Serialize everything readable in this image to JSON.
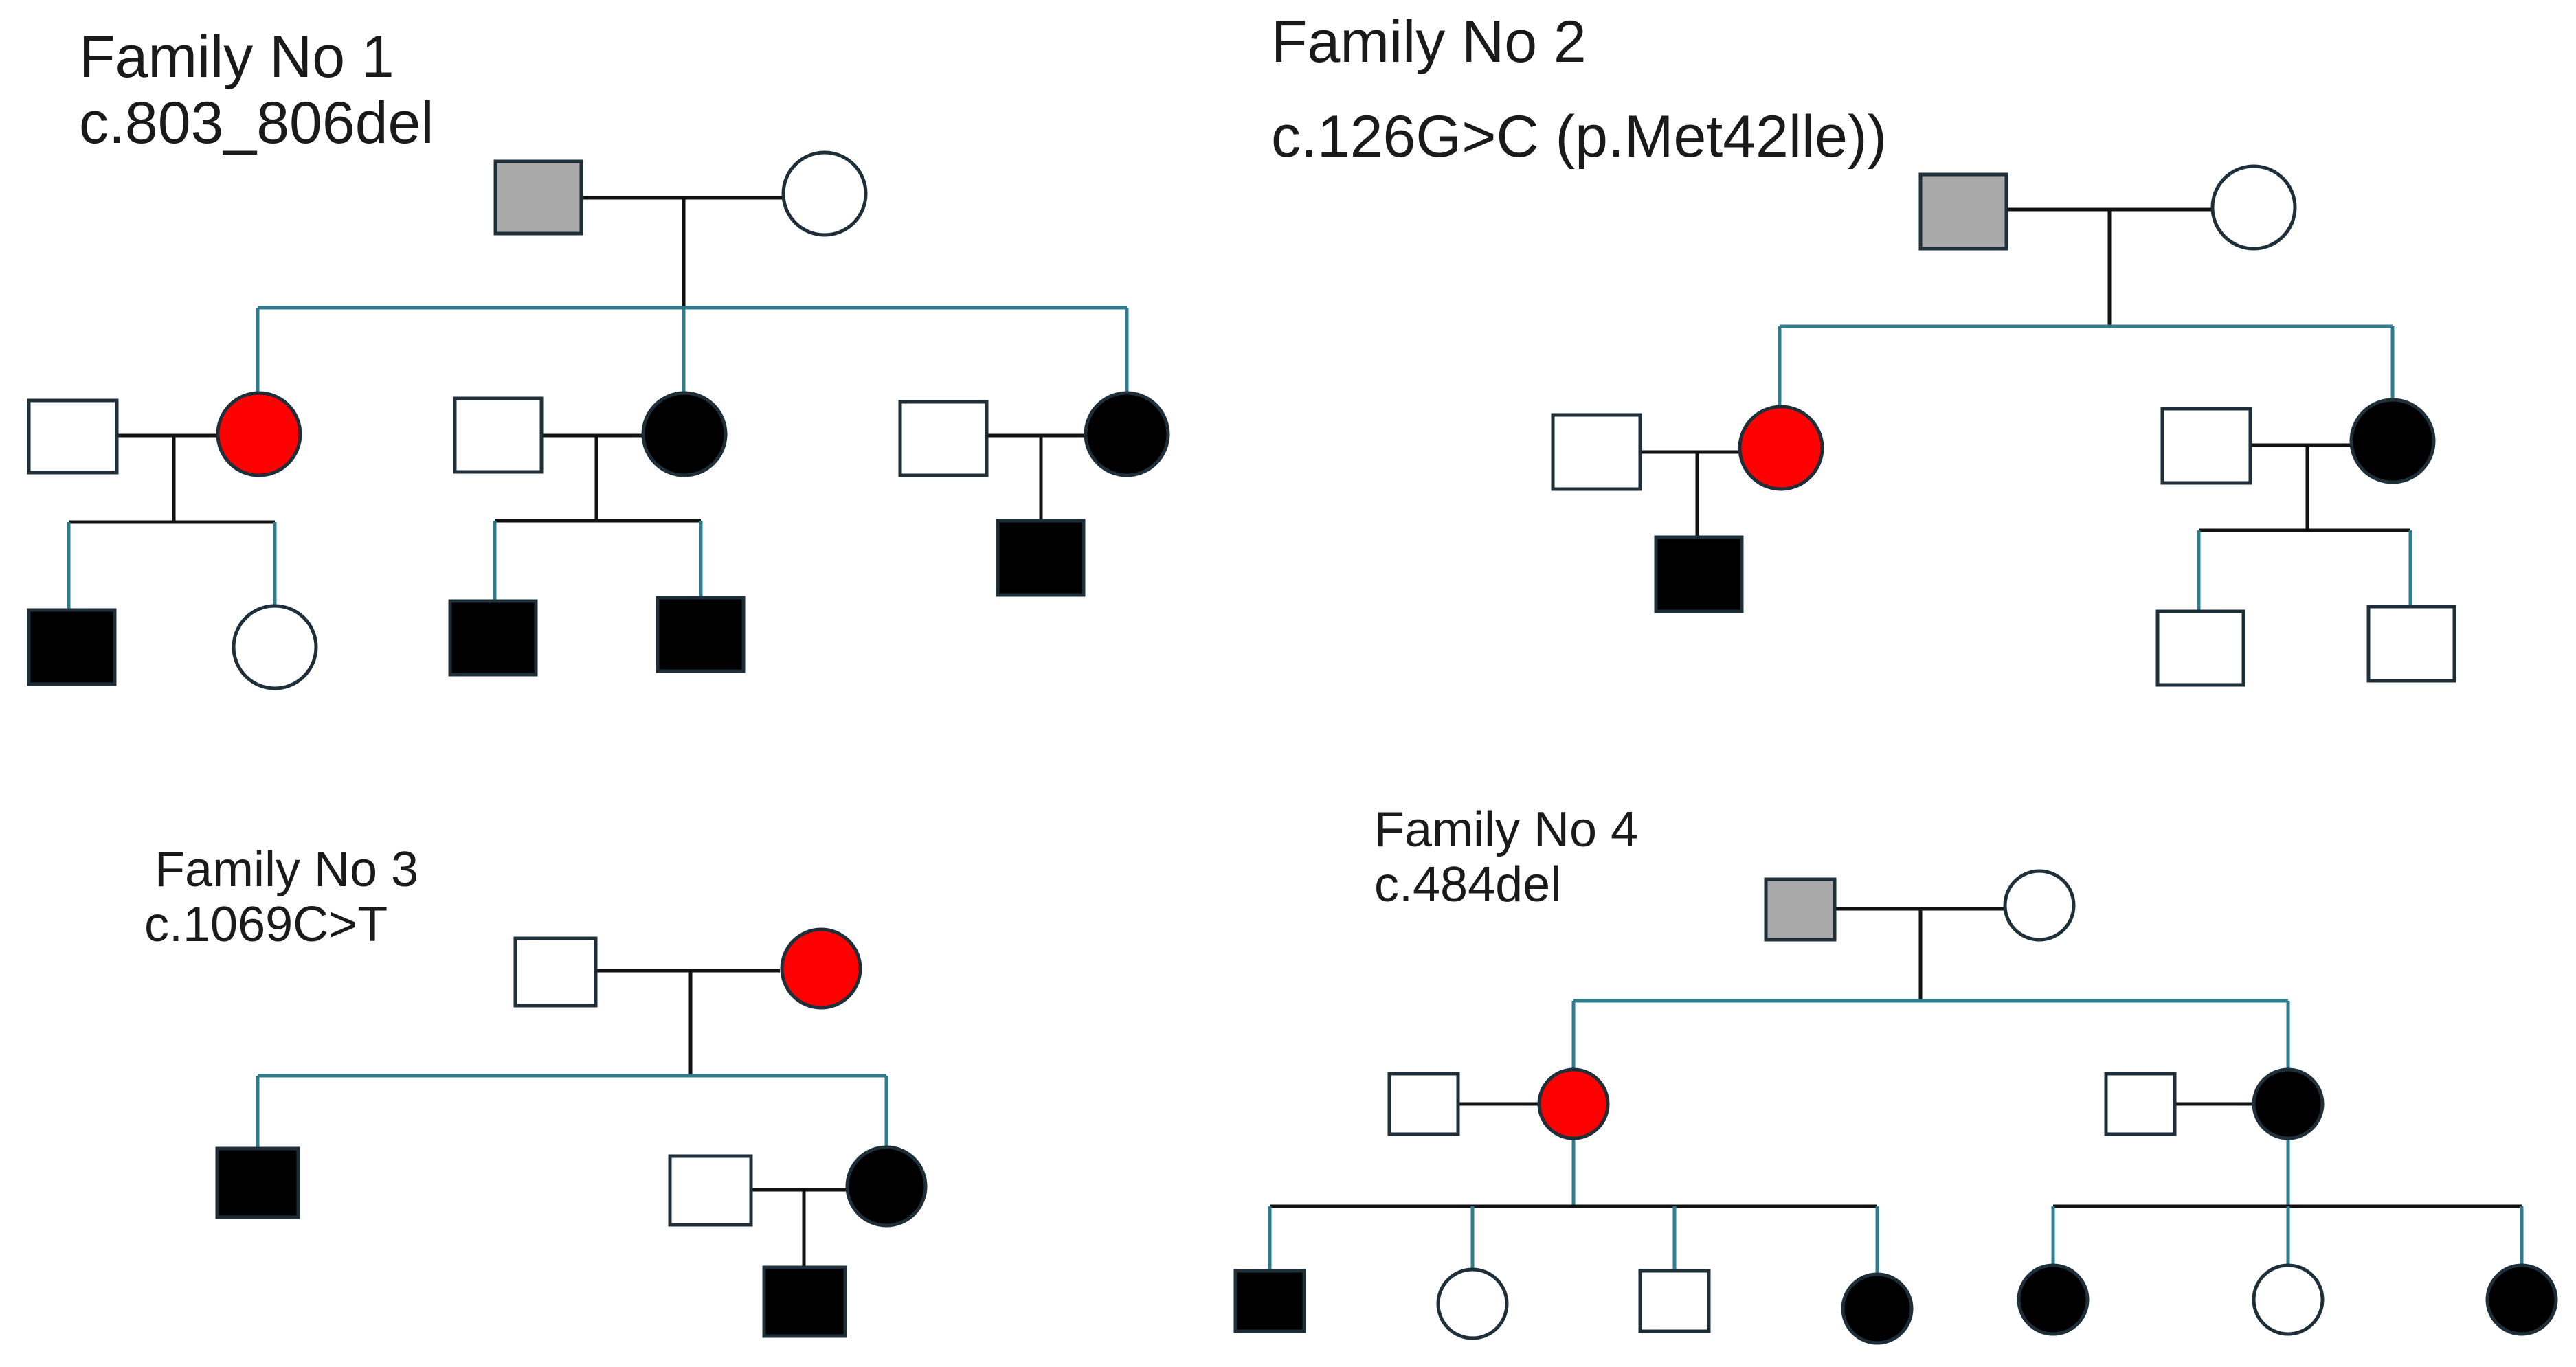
{
  "colors": {
    "affected": "#000000",
    "carrier_red": "#ff0000",
    "carrier_gray": "#a9a9a9",
    "unaffected": "#ffffff",
    "sibship_line": "#2e7d8f",
    "mating_line": "#111111"
  },
  "families": [
    {
      "title": "Family No 1",
      "variant": "c.803_806del"
    },
    {
      "title": "Family No 2",
      "variant": "c.126G>C (p.Met42lle))"
    },
    {
      "title": "Family No 3",
      "variant": "c.1069C>T"
    },
    {
      "title": "Family No 4",
      "variant": "c.484del"
    }
  ],
  "legend_symbols": {
    "male": "square",
    "female": "circle"
  }
}
